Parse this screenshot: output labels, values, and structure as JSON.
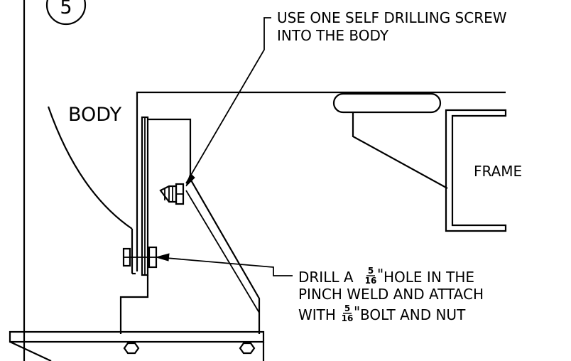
{
  "step_number": "5",
  "labels": {
    "body": "BODY",
    "frame": "FRAME"
  },
  "callout_screw": {
    "line1": "USE ONE SELF DRILLING SCREW",
    "line2": "INTO THE BODY"
  },
  "callout_drill": {
    "line1_pre": "DRILL A ",
    "line1_post": " HOLE IN THE",
    "line2": "PINCH WELD AND ATTACH",
    "line3_pre": "WITH ",
    "line3_post": " BOLT AND NUT",
    "fraction_num": "5",
    "fraction_den": "16",
    "inch_mark": "\""
  }
}
